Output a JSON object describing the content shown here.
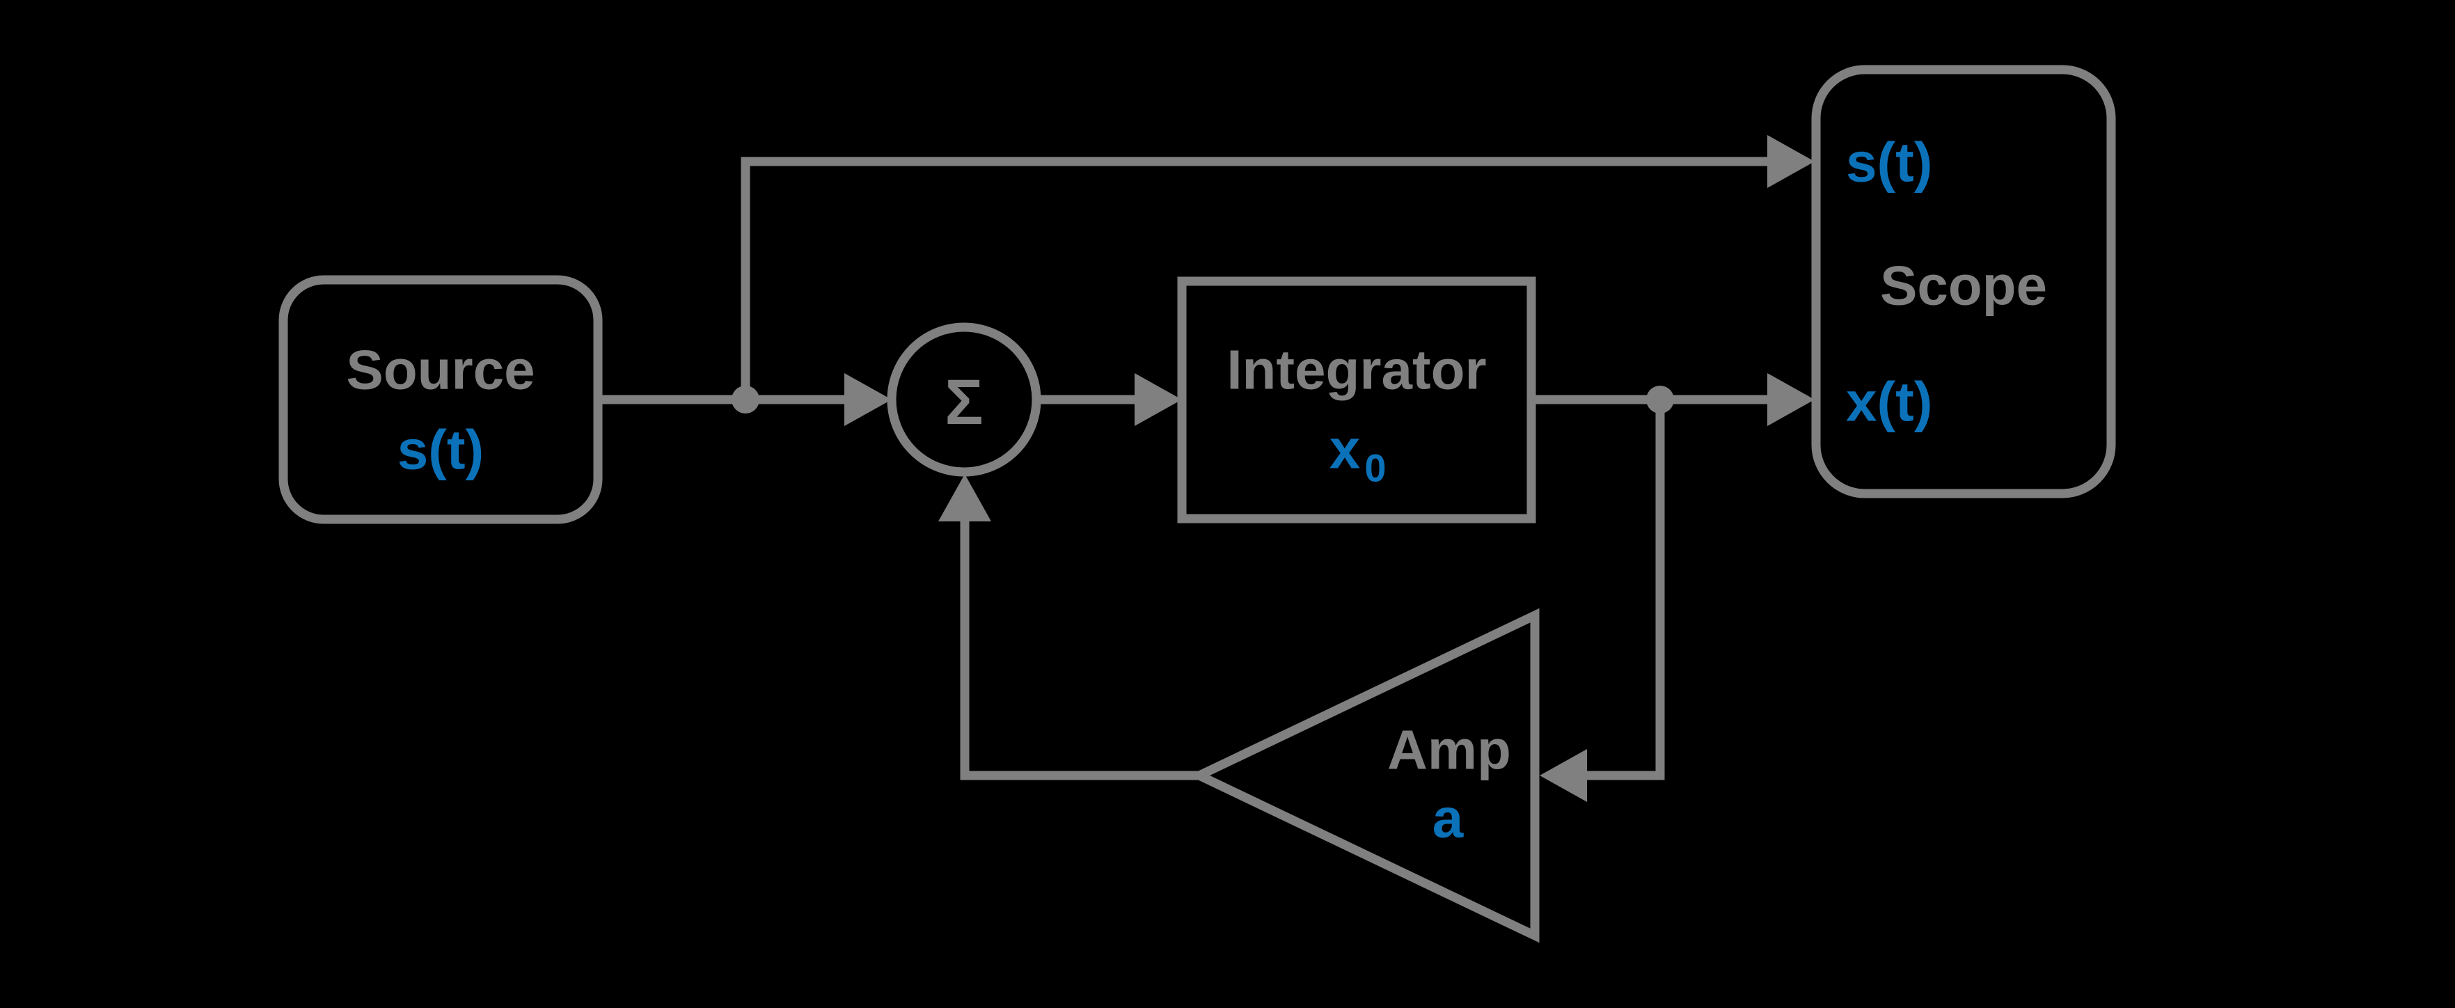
{
  "colors": {
    "background": "#000000",
    "diagram_gray": "#808080",
    "signal_blue": "#0B72BA"
  },
  "blocks": {
    "source": {
      "label": "Source",
      "signal": "s(t)"
    },
    "sum_junction": {
      "symbol": "Σ"
    },
    "integrator": {
      "label": "Integrator",
      "initial_state": "x",
      "initial_state_subscript": "0"
    },
    "amp": {
      "label": "Amp",
      "gain": "a"
    },
    "scope": {
      "label": "Scope",
      "input_top": "s(t)",
      "input_bottom": "x(t)"
    }
  }
}
